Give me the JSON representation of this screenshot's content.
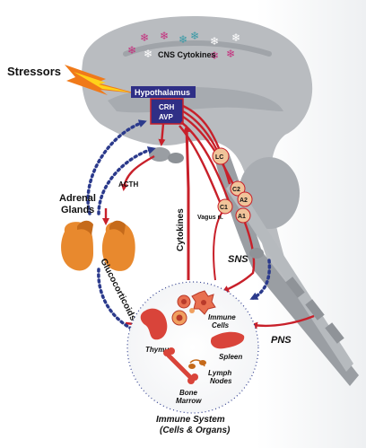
{
  "labels": {
    "cns_cytokines": "CNS Cytokines",
    "stressors": "Stressors",
    "hypothalamus": "Hypothalamus",
    "crh": "CRH",
    "avp": "AVP",
    "lc": "LC",
    "c2": "C2",
    "a2": "A2",
    "c1": "C1",
    "a1": "A1",
    "acth": "ACTH",
    "adrenal_glands_line1": "Adrenal",
    "adrenal_glands_line2": "Glands",
    "cytokines": "Cytokines",
    "vagus": "Vagus n.",
    "glucocorticoids": "Glucocorticoids",
    "sns": "SNS",
    "pns": "PNS",
    "immune_cells_line1": "Immune",
    "immune_cells_line2": "Cells",
    "thymus": "Thymus",
    "spleen": "Spleen",
    "lymph_nodes_line1": "Lymph",
    "lymph_nodes_line2": "Nodes",
    "bone_marrow_line1": "Bone",
    "bone_marrow_line2": "Marrow",
    "immune_system_line1": "Immune System",
    "immune_system_line2": "(Cells & Organs)"
  },
  "colors": {
    "arrow_red": "#c8202a",
    "dotted_blue": "#2b3a8c",
    "brain_gray": "#b9bcc0",
    "brain_dark": "#9a9ea3",
    "hypothalamus_box": "#2f2f86",
    "nucleus_fill": "#f0c49a",
    "adrenal_orange": "#e8892e",
    "organ_red": "#d9443a",
    "lightning_yellow": "#ffd21a",
    "lightning_orange": "#f07a1a"
  },
  "icons": [
    "snowflake-icon",
    "lightning-bolt-icon"
  ]
}
